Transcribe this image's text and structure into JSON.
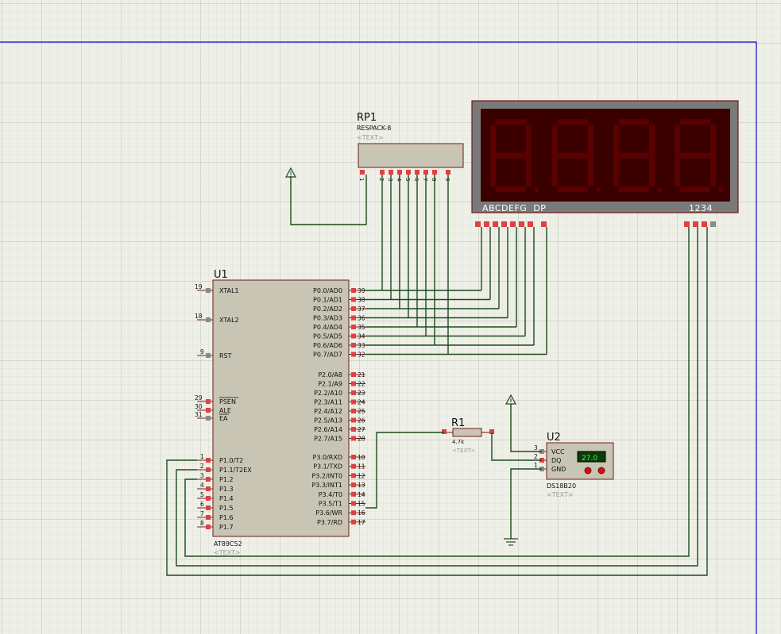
{
  "schematic": {
    "colors": {
      "grid": "#c9cbbd",
      "background": "#eef0e8",
      "border": "#1a1acc",
      "wire": "#1a4a1a",
      "pin": "#e04040",
      "body": "#c8c5b4",
      "display_bg": "#7a7a7a",
      "segment_off": "#5a0000",
      "lcd": "#00cc00"
    },
    "rp1": {
      "ref": "RP1",
      "value": "RESPACK-8",
      "text": "<TEXT>",
      "pin_labels": [
        "1",
        "2",
        "3",
        "4",
        "5",
        "6",
        "7",
        "8",
        "9"
      ]
    },
    "display": {
      "pin_labels_left": "ABCDEFG  DP",
      "pin_labels_right": "1234",
      "digits": [
        "8",
        "8",
        "8",
        "8"
      ]
    },
    "u1": {
      "ref": "U1",
      "value": "AT89C52",
      "text": "<TEXT>",
      "left_pins": [
        {
          "num": "19",
          "name": "XTAL1"
        },
        {
          "num": "18",
          "name": "XTAL2"
        },
        {
          "num": "9",
          "name": "RST"
        },
        {
          "num": "29",
          "name": "PSEN"
        },
        {
          "num": "30",
          "name": "ALE"
        },
        {
          "num": "31",
          "name": "EA"
        },
        {
          "num": "1",
          "name": "P1.0/T2"
        },
        {
          "num": "2",
          "name": "P1.1/T2EX"
        },
        {
          "num": "3",
          "name": "P1.2"
        },
        {
          "num": "4",
          "name": "P1.3"
        },
        {
          "num": "5",
          "name": "P1.4"
        },
        {
          "num": "6",
          "name": "P1.5"
        },
        {
          "num": "7",
          "name": "P1.6"
        },
        {
          "num": "8",
          "name": "P1.7"
        }
      ],
      "right_pins": [
        {
          "num": "39",
          "name": "P0.0/AD0"
        },
        {
          "num": "38",
          "name": "P0.1/AD1"
        },
        {
          "num": "37",
          "name": "P0.2/AD2"
        },
        {
          "num": "36",
          "name": "P0.3/AD3"
        },
        {
          "num": "35",
          "name": "P0.4/AD4"
        },
        {
          "num": "34",
          "name": "P0.5/AD5"
        },
        {
          "num": "33",
          "name": "P0.6/AD6"
        },
        {
          "num": "32",
          "name": "P0.7/AD7"
        },
        {
          "num": "21",
          "name": "P2.0/A8"
        },
        {
          "num": "22",
          "name": "P2.1/A9"
        },
        {
          "num": "23",
          "name": "P2.2/A10"
        },
        {
          "num": "24",
          "name": "P2.3/A11"
        },
        {
          "num": "25",
          "name": "P2.4/A12"
        },
        {
          "num": "26",
          "name": "P2.5/A13"
        },
        {
          "num": "27",
          "name": "P2.6/A14"
        },
        {
          "num": "28",
          "name": "P2.7/A15"
        },
        {
          "num": "10",
          "name": "P3.0/RXD"
        },
        {
          "num": "11",
          "name": "P3.1/TXD"
        },
        {
          "num": "12",
          "name": "P3.2/INT0"
        },
        {
          "num": "13",
          "name": "P3.3/INT1"
        },
        {
          "num": "14",
          "name": "P3.4/T0"
        },
        {
          "num": "15",
          "name": "P3.5/T1"
        },
        {
          "num": "16",
          "name": "P3.6/WR"
        },
        {
          "num": "17",
          "name": "P3.7/RD"
        }
      ]
    },
    "r1": {
      "ref": "R1",
      "value": "4.7k",
      "text": "<TEXT>"
    },
    "u2": {
      "ref": "U2",
      "value": "DS18B20",
      "text": "<TEXT>",
      "lcd_value": "27.0",
      "pins": [
        {
          "num": "3",
          "name": "VCC"
        },
        {
          "num": "2",
          "name": "DQ"
        },
        {
          "num": "1",
          "name": "GND"
        }
      ]
    }
  }
}
